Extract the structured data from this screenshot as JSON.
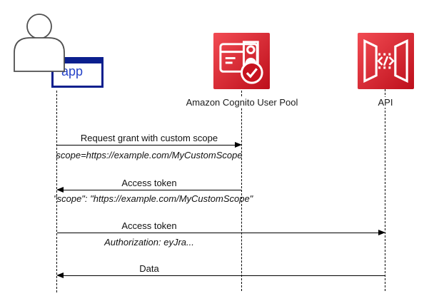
{
  "diagram": {
    "actors": [
      {
        "id": "app",
        "label": "app"
      },
      {
        "id": "cognito",
        "label": "Amazon Cognito User Pool"
      },
      {
        "id": "api",
        "label": "API"
      }
    ],
    "messages": [
      {
        "from": "app",
        "to": "cognito",
        "direction": "right",
        "label": "Request grant with custom scope",
        "detail": "scope=https://example.com/MyCustomScope"
      },
      {
        "from": "cognito",
        "to": "app",
        "direction": "left",
        "label": "Access token",
        "detail": "\"scope\": \"https://example.com/MyCustomScope\""
      },
      {
        "from": "app",
        "to": "api",
        "direction": "right",
        "label": "Access token",
        "detail": "Authorization: eyJra..."
      },
      {
        "from": "api",
        "to": "app",
        "direction": "left",
        "label": "Data",
        "detail": ""
      }
    ],
    "icons": [
      {
        "name": "user-icon"
      },
      {
        "name": "cognito-id-card-icon"
      },
      {
        "name": "api-brackets-icon"
      }
    ],
    "colors": {
      "aws_red_light": "#F24B53",
      "aws_red_dark": "#BD0F1B",
      "app_border": "#0B1F8E",
      "app_text": "#2442C8",
      "line": "#000000",
      "person_outline": "#4F4F4F"
    }
  }
}
